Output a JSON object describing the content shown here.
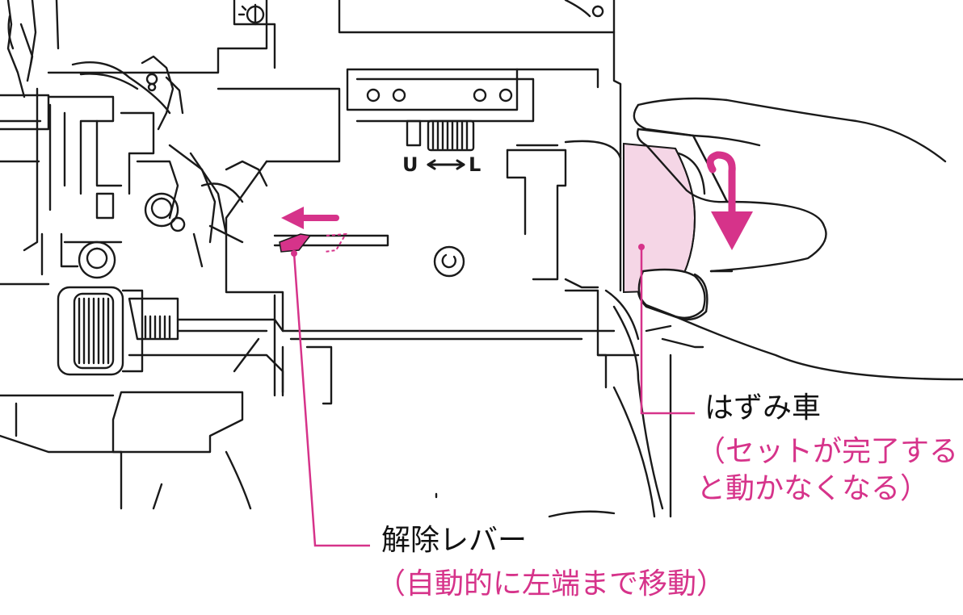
{
  "colors": {
    "accent": "#d6338a",
    "wheel_fill": "#f5d6e6",
    "line": "#1a1a1a"
  },
  "dial": {
    "left_letter": "U",
    "right_letter": "L"
  },
  "callouts": {
    "handwheel": {
      "label": "はずみ車",
      "note_line1": "（セットが完了する",
      "note_line2": "と動かなくなる）"
    },
    "release_lever": {
      "label": "解除レバー",
      "note": "（自動的に左端まで移動）"
    }
  }
}
